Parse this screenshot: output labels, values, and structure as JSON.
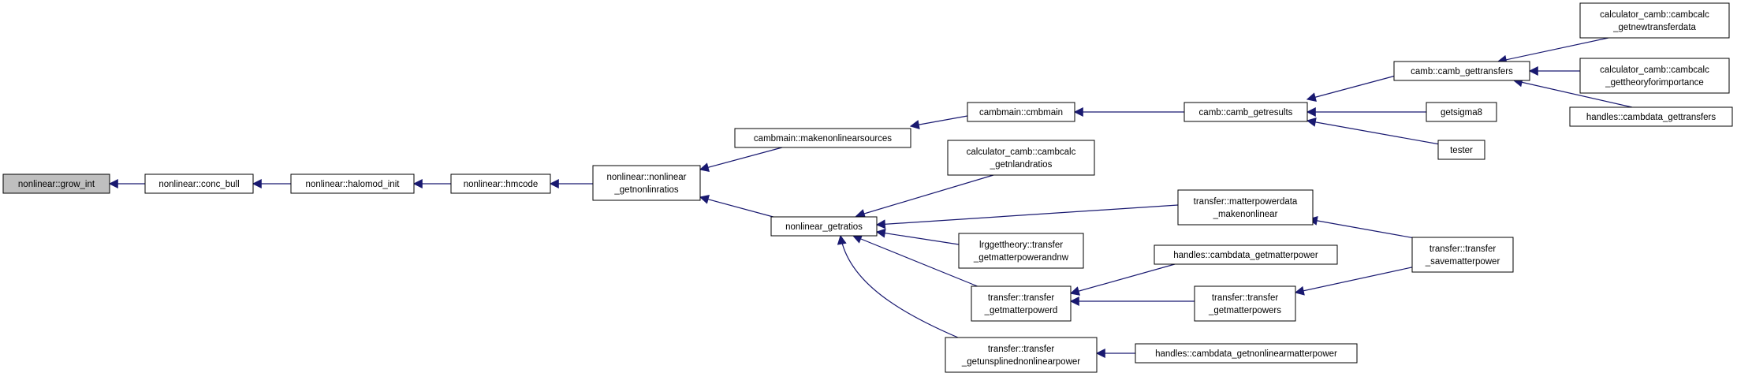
{
  "colors": {
    "edge": "#191970",
    "node_fill": "#ffffff",
    "focus_fill": "#bfbfbf",
    "node_border": "#000000"
  },
  "graph": {
    "nodes": [
      {
        "id": "n_grow_int",
        "lines": [
          "nonlinear::grow_int"
        ],
        "highlight": true
      },
      {
        "id": "n_conc_bull",
        "lines": [
          "nonlinear::conc_bull"
        ]
      },
      {
        "id": "n_halomod_init",
        "lines": [
          "nonlinear::halomod_init"
        ]
      },
      {
        "id": "n_hmcode",
        "lines": [
          "nonlinear::hmcode"
        ]
      },
      {
        "id": "n_nl_getnonlinratios",
        "lines": [
          "nonlinear::nonlinear",
          "_getnonlinratios"
        ]
      },
      {
        "id": "n_makenonlinearsources",
        "lines": [
          "cambmain::makenonlinearsources"
        ]
      },
      {
        "id": "n_cmbmain",
        "lines": [
          "cambmain::cmbmain"
        ]
      },
      {
        "id": "n_camb_getresults",
        "lines": [
          "camb::camb_getresults"
        ]
      },
      {
        "id": "n_camb_gettransfers",
        "lines": [
          "camb::camb_gettransfers"
        ]
      },
      {
        "id": "n_getnewtransferdata",
        "lines": [
          "calculator_camb::cambcalc",
          "_getnewtransferdata"
        ]
      },
      {
        "id": "n_gettheoryforimportance",
        "lines": [
          "calculator_camb::cambcalc",
          "_gettheoryforimportance"
        ]
      },
      {
        "id": "n_cambdata_gettransfers",
        "lines": [
          "handles::cambdata_gettransfers"
        ]
      },
      {
        "id": "n_getsigma8",
        "lines": [
          "getsigma8"
        ]
      },
      {
        "id": "n_tester",
        "lines": [
          "tester"
        ]
      },
      {
        "id": "n_nonlinear_getratios",
        "lines": [
          "nonlinear_getratios"
        ]
      },
      {
        "id": "n_getnlandratios",
        "lines": [
          "calculator_camb::cambcalc",
          "_getnlandratios"
        ]
      },
      {
        "id": "n_mpd_makenonlinear",
        "lines": [
          "transfer::matterpowerdata",
          "_makenonlinear"
        ]
      },
      {
        "id": "n_savematterpower",
        "lines": [
          "transfer::transfer",
          "_savematterpower"
        ]
      },
      {
        "id": "n_lrggettheory",
        "lines": [
          "lrggettheory::transfer",
          "_getmatterpowerandnw"
        ]
      },
      {
        "id": "n_getmatterpowerd",
        "lines": [
          "transfer::transfer",
          "_getmatterpowerd"
        ]
      },
      {
        "id": "n_cambdata_getmatterpower",
        "lines": [
          "handles::cambdata_getmatterpower"
        ]
      },
      {
        "id": "n_getmatterpowers",
        "lines": [
          "transfer::transfer",
          "_getmatterpowers"
        ]
      },
      {
        "id": "n_getunsplinednonlinearpower",
        "lines": [
          "transfer::transfer",
          "_getunsplinednonlinearpower"
        ]
      },
      {
        "id": "n_cambdata_getnonlinearmatterpower",
        "lines": [
          "handles::cambdata_getnonlinearmatterpower"
        ]
      }
    ],
    "edges": [
      {
        "from": "n_conc_bull",
        "to": "n_grow_int"
      },
      {
        "from": "n_halomod_init",
        "to": "n_conc_bull"
      },
      {
        "from": "n_hmcode",
        "to": "n_halomod_init"
      },
      {
        "from": "n_nl_getnonlinratios",
        "to": "n_hmcode"
      },
      {
        "from": "n_makenonlinearsources",
        "to": "n_nl_getnonlinratios"
      },
      {
        "from": "n_nonlinear_getratios",
        "to": "n_nl_getnonlinratios"
      },
      {
        "from": "n_cmbmain",
        "to": "n_makenonlinearsources"
      },
      {
        "from": "n_camb_getresults",
        "to": "n_cmbmain"
      },
      {
        "from": "n_camb_gettransfers",
        "to": "n_camb_getresults"
      },
      {
        "from": "n_getsigma8",
        "to": "n_camb_getresults"
      },
      {
        "from": "n_tester",
        "to": "n_camb_getresults"
      },
      {
        "from": "n_getnewtransferdata",
        "to": "n_camb_gettransfers"
      },
      {
        "from": "n_gettheoryforimportance",
        "to": "n_camb_gettransfers"
      },
      {
        "from": "n_cambdata_gettransfers",
        "to": "n_camb_gettransfers"
      },
      {
        "from": "n_getnlandratios",
        "to": "n_nonlinear_getratios"
      },
      {
        "from": "n_mpd_makenonlinear",
        "to": "n_nonlinear_getratios"
      },
      {
        "from": "n_lrggettheory",
        "to": "n_nonlinear_getratios"
      },
      {
        "from": "n_getmatterpowerd",
        "to": "n_nonlinear_getratios"
      },
      {
        "from": "n_getunsplinednonlinearpower",
        "to": "n_nonlinear_getratios"
      },
      {
        "from": "n_savematterpower",
        "to": "n_mpd_makenonlinear"
      },
      {
        "from": "n_cambdata_getmatterpower",
        "to": "n_getmatterpowerd"
      },
      {
        "from": "n_getmatterpowers",
        "to": "n_getmatterpowerd"
      },
      {
        "from": "n_savematterpower",
        "to": "n_getmatterpowers"
      },
      {
        "from": "n_cambdata_getnonlinearmatterpower",
        "to": "n_getunsplinednonlinearpower"
      }
    ]
  }
}
